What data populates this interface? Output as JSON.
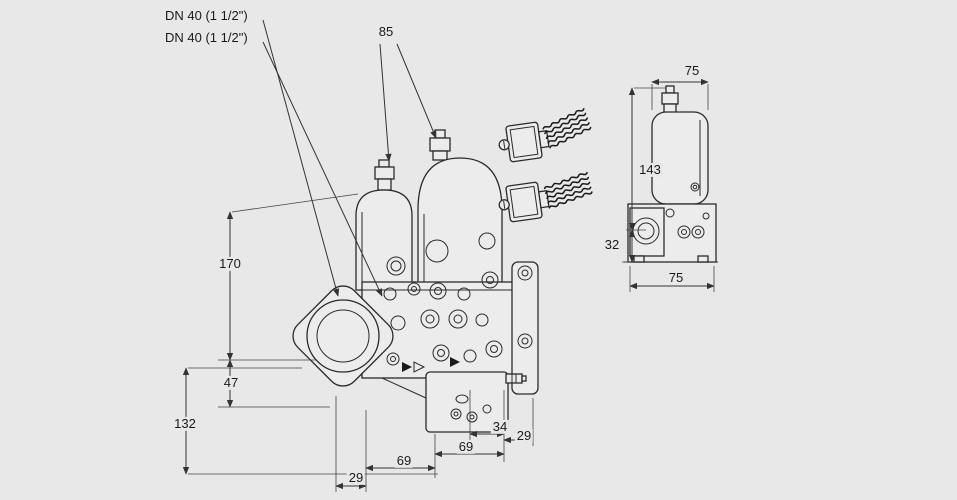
{
  "colors": {
    "background": "#e8e8e8",
    "line": "#2a2a2a"
  },
  "labels": {
    "dn_top": "DN 40 (1 1/2\")",
    "dn_bottom": "DN 40 (1 1/2\")"
  },
  "dims": {
    "d85": "85",
    "d75_top": "75",
    "d143": "143",
    "d32": "32",
    "d75_bottom": "75",
    "d170": "170",
    "d47": "47",
    "d132": "132",
    "d34": "34",
    "d29_right": "29",
    "d69_upper": "69",
    "d69_lower": "69",
    "d29_bottom": "29"
  }
}
